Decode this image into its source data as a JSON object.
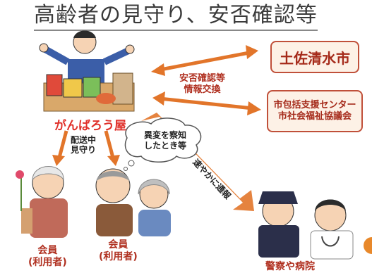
{
  "title": "高齢者の見守り、安否確認等",
  "entities": {
    "city": "土佐清水市",
    "center_line1": "市包括支援センター",
    "center_line2": "市社会福祉協議会",
    "shop": "がんばろう屋"
  },
  "labels": {
    "info_line1": "安否確認等",
    "info_line2": "情報交換",
    "delivery_line1": "配送中",
    "delivery_line2": "見守り",
    "bubble_line1": "異変を察知",
    "bubble_line2": "したとき等",
    "diagonal": "速やかに通報",
    "member1_line1": "会員",
    "member1_line2": "(利用者)",
    "member2_line1": "会員",
    "member2_line2": "(利用者)",
    "police": "警察や病院"
  },
  "colors": {
    "arrow": "#e2752a",
    "box_border": "#c0503a",
    "box_fill": "#fdf1e6",
    "accent_text": "#b03020"
  }
}
